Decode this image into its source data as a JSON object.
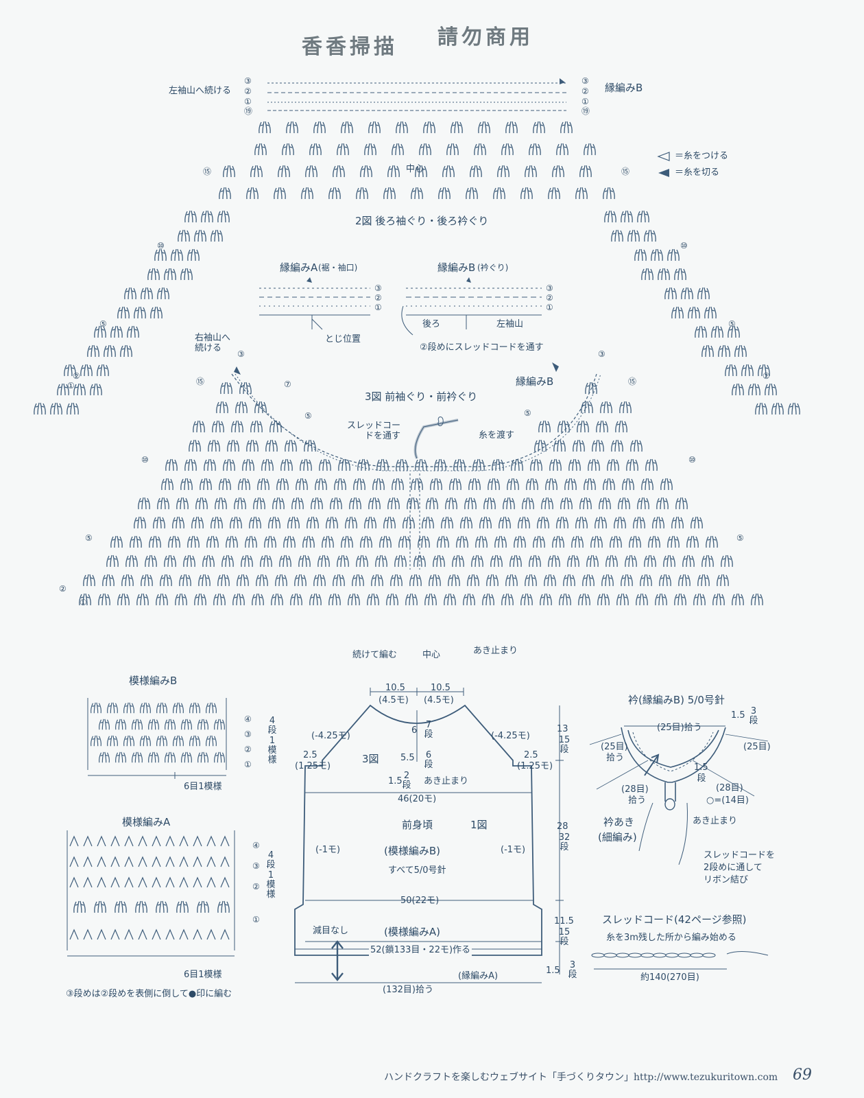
{
  "stamp": {
    "left": "香香掃描",
    "right": "請勿商用"
  },
  "legend": {
    "attach": "＝糸をつける",
    "cut": "＝糸を切る"
  },
  "diagram2": {
    "title": "2図 後ろ袖ぐり・後ろ衿ぐり",
    "edge_label": "縁編みB",
    "continue_left": "左袖山へ続ける",
    "center": "中心",
    "rows": [
      "③",
      "②",
      "①",
      "⑲",
      "⑮",
      "⑩",
      "⑤",
      "②",
      "①"
    ]
  },
  "edgingA": {
    "title": "縁編みA",
    "subtitle": "(裾・袖口)",
    "join_label": "とじ位置",
    "rows": [
      "③",
      "②",
      "①"
    ]
  },
  "edgingB": {
    "title": "縁編みB",
    "subtitle": "(衿ぐり)",
    "back": "後ろ",
    "left_sleeve": "左袖山",
    "note": "②段めにスレッドコードを通す",
    "rows": [
      "③",
      "②",
      "①"
    ]
  },
  "diagram3": {
    "title": "3図 前袖ぐり・前衿ぐり",
    "edge_label": "縁編みB",
    "continue_right": "右袖山へ続ける",
    "thread_cord": "スレッドコードを通す",
    "pass_yarn": "糸を渡す",
    "continue_knit": "続けて編む",
    "center": "中心",
    "opening_end": "あき止まり",
    "rows": [
      "③",
      "⑮",
      "⑦",
      "⑤",
      "⑩",
      "⑤",
      "②",
      "①"
    ]
  },
  "patternB": {
    "title": "模様編みB",
    "rows": [
      "④",
      "③",
      "②",
      "①"
    ],
    "repeat_rows": "4段1模様",
    "repeat_stitch": "6目1模様"
  },
  "patternA": {
    "title": "模様編みA",
    "rows": [
      "④",
      "③",
      "②",
      "①"
    ],
    "repeat_rows": "4段1模様",
    "repeat_stitch": "6目1模様",
    "note": "③段めは②段めを表側に倒して●印に編む"
  },
  "schematic": {
    "top_left_w": "10.5",
    "top_left_st": "(4.5モ)",
    "top_right_w": "10.5",
    "top_right_st": "(4.5モ)",
    "neck_depth": "6",
    "neck_depth_rows": "7段",
    "neck_dec_l": "(-4.25モ)",
    "neck_dec_r": "(-4.25モ)",
    "shoulder_l": "2.5",
    "shoulder_l_st": "(1.25モ)",
    "shoulder_r": "2.5",
    "shoulder_r_st": "(1.25モ)",
    "fig": "3図",
    "slit": "5.5",
    "slit_rows": "6段",
    "slit_small": "1.5",
    "slit_small_rows": "2段",
    "opening_end": "あき止まり",
    "width_top": "46(20モ)",
    "name": "前身頃",
    "fig1": "1図",
    "side_dec_l": "(-1モ)",
    "side_dec_r": "(-1モ)",
    "pattern_b": "(模様編みB)",
    "needle": "すべて5/0号針",
    "width_mid": "50(22モ)",
    "no_dec": "減目なし",
    "pattern_a": "(模様編みA)",
    "width_bottom": "52(鎖133目・22モ)作る",
    "edging_a": "(縁編みA)",
    "pickup": "(132目)拾う",
    "h_top": "13",
    "h_top_rows": "15段",
    "h_mid": "28",
    "h_mid_rows": "32段",
    "h_low": "11.5",
    "h_low_rows": "15段",
    "h_edge": "1.5",
    "h_edge_rows": "3段"
  },
  "collar": {
    "title": "衿(縁編みB) 5/0号針",
    "h": "1.5",
    "h_rows": "3段",
    "back_pick": "(25目)拾う",
    "left_pick": "(25目)",
    "left_pick2": "拾う",
    "right_pick": "(25目)",
    "front_l": "(28目)",
    "front_l2": "拾う",
    "front_r": "(28目)",
    "mid_h": "1.5",
    "mid_rows": "段",
    "eq14": "○=(14目)",
    "opening_end": "あき止まり",
    "opening": "衿あき",
    "opening_sub": "(細編み)",
    "cord_note1": "スレッドコードを",
    "cord_note2": "2段めに通して",
    "cord_note3": "リボン結び"
  },
  "threadcord": {
    "title": "スレッドコード(42ページ参照)",
    "note": "糸を3m残した所から編み始める",
    "length": "約140(270目)"
  },
  "footer": {
    "text": "ハンドクラフトを楽しむウェブサイト「手づくりタウン」http://www.tezukuritown.com",
    "page": "69"
  }
}
